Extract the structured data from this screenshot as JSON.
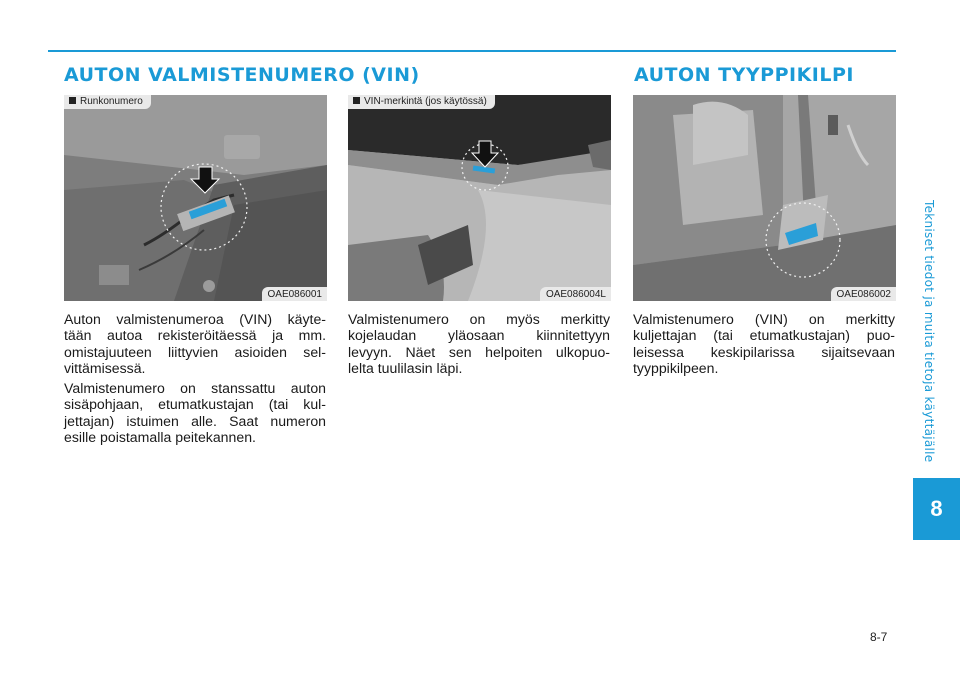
{
  "header": {
    "section_vin_title": "AUTON VALMISTENUMERO (VIN)",
    "section_plate_title": "AUTON TYYPPIKILPI"
  },
  "images": [
    {
      "label": "Runkonumero",
      "code": "OAE086001"
    },
    {
      "label": "VIN-merkintä (jos käytössä)",
      "code": "OAE086004L"
    },
    {
      "label": "",
      "code": "OAE086002"
    }
  ],
  "text": {
    "col1_para1": [
      "Auton valmistenumeroa (VIN) käyte-",
      "tään autoa rekisteröitäessä ja mm.",
      "omistajuuteen liittyvien asioiden sel-",
      "vittämisessä."
    ],
    "col1_para2": [
      "Valmistenumero on stanssattu auton",
      "sisäpohjaan, etumatkustajan (tai kul-",
      "jettajan) istuimen alle. Saat numeron",
      "esille poistamalla peitekannen."
    ],
    "col2_para1": [
      "Valmistenumero on myös merkitty",
      "kojelaudan yläosaan kiinnitettyyn",
      "levyyn. Näet sen helpoiten ulkopuo-",
      "lelta tuulilasin läpi."
    ],
    "col3_para1": [
      "Valmistenumero (VIN) on merkitty",
      "kuljettajan (tai etumatkustajan) puo-",
      "leisessa keskipilarissa sijaitsevaan",
      "tyyppikilpeen."
    ]
  },
  "sidebar": {
    "chapter_title": "Tekniset tiedot ja muita tietoja käyttäjälle",
    "chapter_number": "8"
  },
  "footer": {
    "page_number": "8-7"
  },
  "colors": {
    "accent": "#1a9ad6",
    "highlight": "#2a9fd8"
  }
}
